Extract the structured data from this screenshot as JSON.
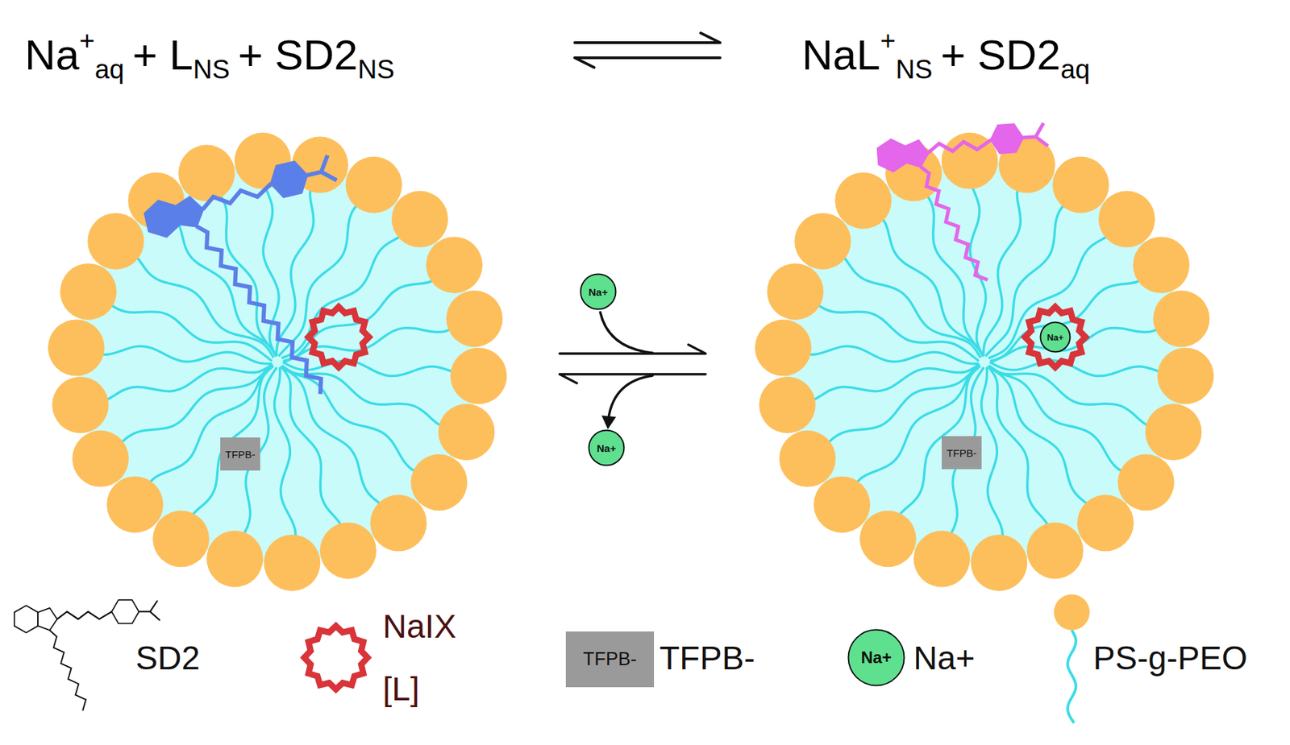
{
  "diagram": {
    "nodes": [
      {
        "text": [
          "TFPB-"
        ]
      },
      {
        "text": [
          "TFPB-"
        ]
      },
      {
        "text": [
          "Na+"
        ]
      },
      {
        "text": [
          "Na+"
        ]
      },
      {
        "text": [
          "Na+"
        ]
      },
      {
        "text": [
          "TFPB-"
        ]
      },
      {
        "text": [
          "Na+"
        ]
      }
    ],
    "labels": [
      "Na",
      "+",
      "aq",
      "+ L",
      "NS",
      "+ SD2",
      "NS",
      "NaL",
      "+",
      "NS",
      "+ SD2",
      "aq"
    ],
    "legend": [
      {
        "text": "SD2"
      },
      {
        "text": "NaIX [L]"
      },
      {
        "text": "TFPB-"
      },
      {
        "text": "Na+"
      },
      {
        "text": "PS-g-PEO"
      }
    ]
  }
}
